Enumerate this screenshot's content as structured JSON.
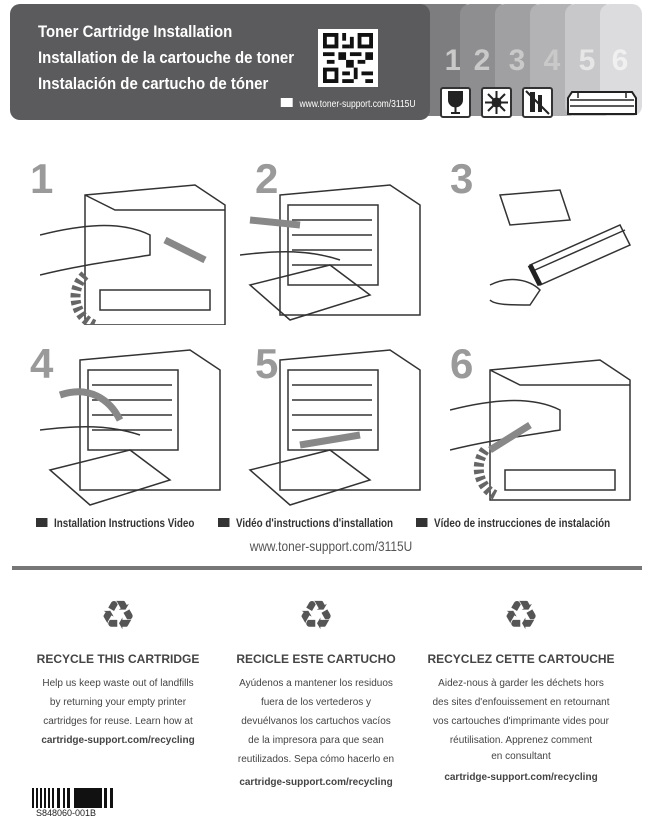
{
  "header": {
    "titles": [
      "Toner Cartridge Installation",
      "Installation de la cartouche de toner",
      "Instalación de cartucho de tóner"
    ],
    "video_url": "www.toner-support.com/3115U"
  },
  "step_tabs": [
    "1",
    "2",
    "3",
    "4",
    "5",
    "6"
  ],
  "warning_icons": [
    "fragile-icon",
    "no-light-exposure-icon",
    "no-touch-drum-icon",
    "toner-cartridge-icon"
  ],
  "steps": [
    {
      "number": "1"
    },
    {
      "number": "2"
    },
    {
      "number": "3"
    },
    {
      "number": "4"
    },
    {
      "number": "5"
    },
    {
      "number": "6"
    }
  ],
  "video_links": [
    "Installation Instructions Video",
    "Vidéo d'instructions d'installation",
    "Vídeo de instrucciones de instalación"
  ],
  "video_url": "www.toner-support.com/3115U",
  "recycle": [
    {
      "heading": "RECYCLE THIS CARTRIDGE",
      "lines": [
        "Help us keep waste out of landfills",
        "by returning your empty printer",
        "cartridges for reuse. Learn how at"
      ],
      "link": "cartridge-support.com/recycling"
    },
    {
      "heading": "RECICLE ESTE CARTUCHO",
      "lines": [
        "Ayúdenos a mantener los residuos",
        "fuera de los vertederos y",
        "devuélvanos los cartuchos vacíos",
        "de la impresora para que sean",
        "reutilizados. Sepa cómo hacerlo en"
      ],
      "link": "cartridge-support.com/recycling"
    },
    {
      "heading": "RECYCLEZ CETTE CARTOUCHE",
      "lines": [
        "Aidez-nous à garder les déchets hors",
        "des sites d'enfouissement en retournant",
        "vos cartouches d'imprimante vides pour",
        "réutilisation.  Apprenez comment",
        "en consultant"
      ],
      "link": "cartridge-support.com/recycling"
    }
  ],
  "part_number": "S848060-001B"
}
